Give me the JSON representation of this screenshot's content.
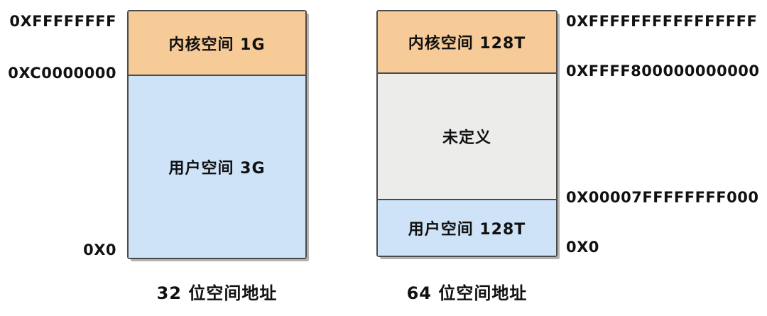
{
  "page": {
    "background": "#ffffff",
    "text_color": "#111111",
    "border_color": "#4a4a4a",
    "shadow_color": "#b3b3b3"
  },
  "diagrams": [
    {
      "caption": "32 位空间地址",
      "sections": [
        {
          "name": "kernel-space",
          "label": "内核空间 1G",
          "color": "#F7CB97"
        },
        {
          "name": "user-space",
          "label": "用户空间 3G",
          "color": "#CEE3F7"
        }
      ],
      "address_labels": [
        {
          "position": "top",
          "text": "0XFFFFFFFF"
        },
        {
          "position": "middle",
          "text": "0XC0000000"
        },
        {
          "position": "bottom",
          "text": "0X0"
        }
      ]
    },
    {
      "caption": "64 位空间地址",
      "sections": [
        {
          "name": "kernel-space",
          "label": "内核空间 128T",
          "color": "#F7CB97"
        },
        {
          "name": "undefined",
          "label": "未定义",
          "color": "#ECECEB"
        },
        {
          "name": "user-space",
          "label": "用户空间 128T",
          "color": "#CEE3F7"
        }
      ],
      "address_labels": [
        {
          "position": "top",
          "text": "0XFFFFFFFFFFFFFFFF"
        },
        {
          "position": "middle1",
          "text": "0XFFFF800000000000"
        },
        {
          "position": "middle2",
          "text": "0X00007FFFFFFFF000"
        },
        {
          "position": "bottom",
          "text": "0X0"
        }
      ]
    }
  ]
}
